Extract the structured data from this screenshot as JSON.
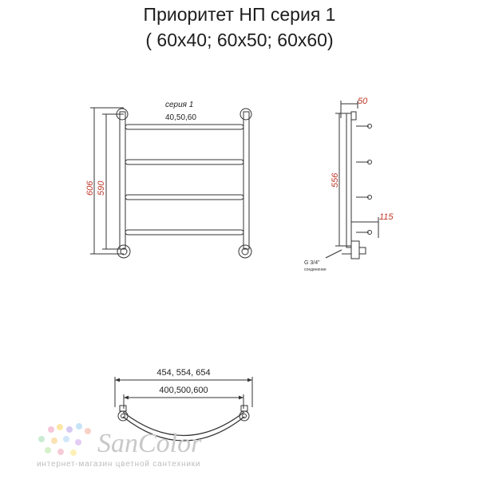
{
  "title": {
    "line1": "Приоритет НП серия 1",
    "line2": "( 60х40; 60х50; 60х60)"
  },
  "front_view": {
    "series_label": "серия 1",
    "width_label": "40,50,60",
    "height_outer": "606",
    "height_inner": "590"
  },
  "side_view": {
    "depth_top": "50",
    "height": "556",
    "depth_bottom": "115",
    "thread": "G 3/4\"",
    "connection_note": "соединение"
  },
  "top_view": {
    "outer_width": "454, 554, 654",
    "inner_width": "400,500,600"
  },
  "brand": {
    "name": "SanColor",
    "tagline": "интернет-магазин цветной сантехники"
  },
  "colors": {
    "drawing": "#333333",
    "dimension_red": "#c0392b",
    "logo_gray": "#c8c8c8"
  }
}
